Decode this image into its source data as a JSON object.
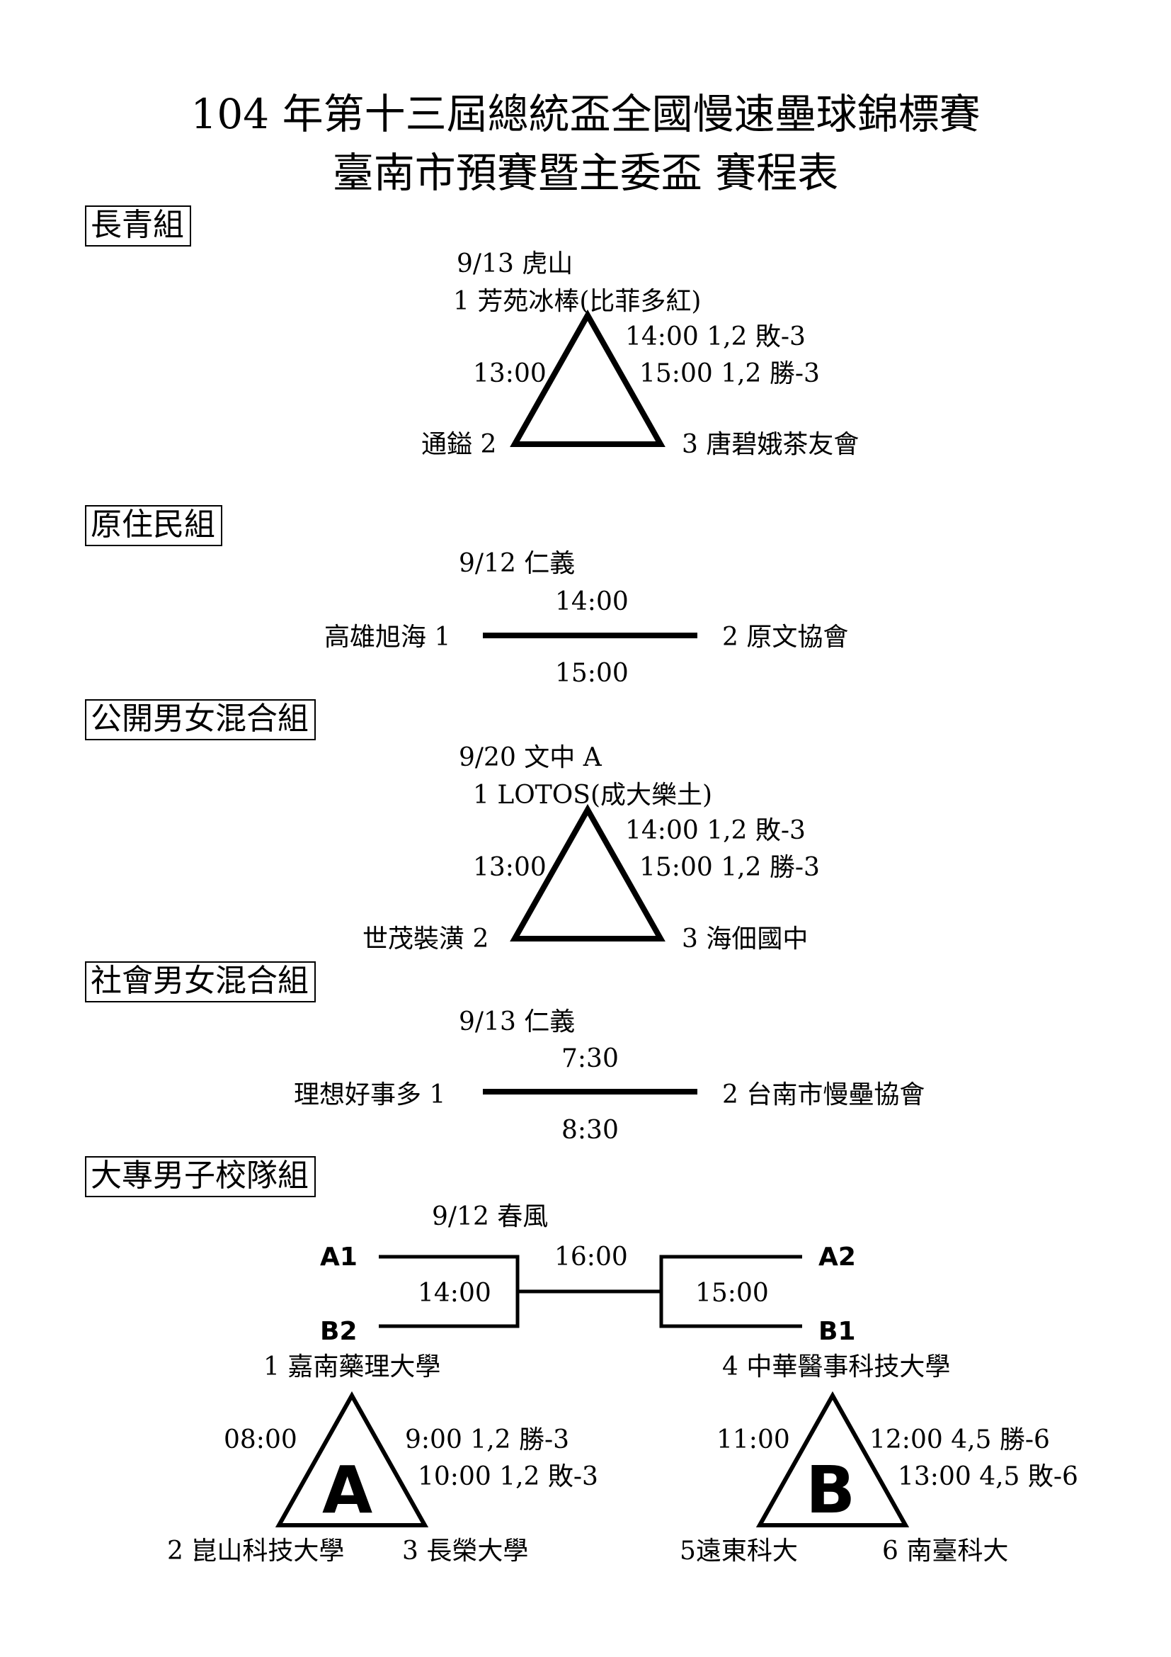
{
  "title_line1": "104 年第十三屆總統盃全國慢速壘球錦標賽",
  "title_line2": "臺南市預賽暨主委盃 賽程表",
  "sections": {
    "elder": {
      "label": "長青組",
      "date_venue": "9/13 虎山",
      "team1": "1 芳苑冰棒(比菲多紅)",
      "team2": "通鎰 2",
      "team3": "3 唐碧娥茶友會",
      "time_left": "13:00",
      "time_r1": "14:00 1,2 敗-3",
      "time_r2": "15:00 1,2 勝-3"
    },
    "aboriginal": {
      "label": "原住民組",
      "date_venue": "9/12 仁義",
      "team1": "高雄旭海 1",
      "team2": "2 原文協會",
      "time_top": "14:00",
      "time_bottom": "15:00"
    },
    "open_mixed": {
      "label": "公開男女混合組",
      "date_venue": "9/20 文中 A",
      "team1": "1 LOTOS(成大樂土)",
      "team2": "世茂裝潢 2",
      "team3": "3 海佃國中",
      "time_left": "13:00",
      "time_r1": "14:00 1,2 敗-3",
      "time_r2": "15:00 1,2 勝-3"
    },
    "social_mixed": {
      "label": "社會男女混合組",
      "date_venue": "9/13 仁義",
      "team1": "理想好事多 1",
      "team2": "2 台南市慢壘協會",
      "time_top": "7:30",
      "time_bottom": "8:30"
    },
    "college": {
      "label": "大專男子校隊組",
      "date_venue": "9/12 春風",
      "bracket": {
        "a1": "A1",
        "b2": "B2",
        "a2": "A2",
        "b1": "B1",
        "semi_left_time": "14:00",
        "semi_right_time": "15:00",
        "final_time": "16:00"
      },
      "group_a": {
        "letter": "A",
        "team1": "1 嘉南藥理大學",
        "team2": "2 崑山科技大學",
        "team3": "3 長榮大學",
        "time_left": "08:00",
        "time_r1": "9:00 1,2 勝-3",
        "time_r2": "10:00 1,2 敗-3"
      },
      "group_b": {
        "letter": "B",
        "team4": "4 中華醫事科技大學",
        "team5": "5遠東科大",
        "team6": "6 南臺科大",
        "time_left": "11:00",
        "time_r1": "12:00 4,5 勝-6",
        "time_r2": "13:00 4,5 敗-6"
      }
    }
  }
}
